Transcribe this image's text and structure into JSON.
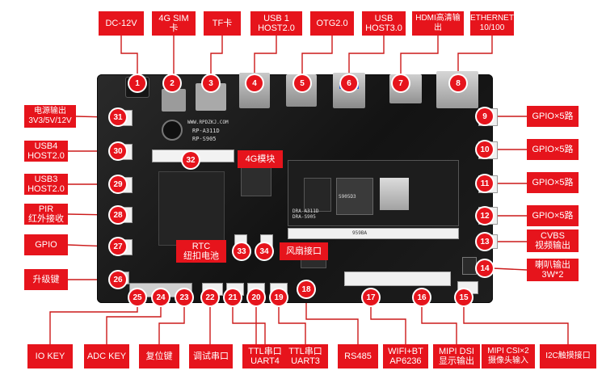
{
  "labels": {
    "dc": "DC-12V",
    "sim": "4G SIM卡",
    "tf": "TF卡",
    "usb1": "USB 1\nHOST2.0",
    "otg": "OTG2.0",
    "usb3": "USB\nHOST3.0",
    "hdmi": "HDMI高清输出",
    "eth": "ETHERNET\n10/100",
    "power": "电源输出\n3V3/5V/12V",
    "usb4": "USB4\nHOST2.0",
    "usb3h": "USB3\nHOST2.0",
    "pir": "PIR\n红外接收",
    "gpio": "GPIO",
    "upgrade": "升级键",
    "gpio9": "GPIO×5路",
    "gpio10": "GPIO×5路",
    "gpio11": "GPIO×5路",
    "gpio12": "GPIO×5路",
    "cvbs": "CVBS\n视频输出",
    "speaker": "喇叭输出\n3W*2",
    "rtc": "RTC\n纽扣电池",
    "fan": "风扇接口",
    "m4g": "4G模块",
    "iokey": "IO KEY",
    "adckey": "ADC KEY",
    "reset": "复位键",
    "debug": "调试串口",
    "ttl4": "TTL串口\nUART4",
    "ttl3": "TTL串口\nUART3",
    "rs485": "RS485",
    "wifi": "WIFI+BT\nAP6236",
    "mipidsi": "MIPI DSI\n显示输出",
    "mipicsi": "MIPI CSI×2\n摄像头输入",
    "i2c": "I2C触摸接口"
  },
  "numbers": [
    "1",
    "2",
    "3",
    "4",
    "5",
    "6",
    "7",
    "8",
    "9",
    "10",
    "11",
    "12",
    "13",
    "14",
    "15",
    "16",
    "17",
    "18",
    "19",
    "20",
    "21",
    "22",
    "23",
    "24",
    "25",
    "26",
    "27",
    "28",
    "29",
    "30",
    "31",
    "32",
    "33",
    "34"
  ],
  "silk": {
    "site": "WWW.RPDZKJ.COM",
    "model1": "RP-A311D",
    "model2": "RP-S905",
    "cpu": "S905D3",
    "modtext": "DRA-A311D\nDRA-S905",
    "slot": "959BA"
  },
  "colors": {
    "accent": "#e6141c",
    "board": "#1a1a1a",
    "wire": "#cc1a1a"
  }
}
